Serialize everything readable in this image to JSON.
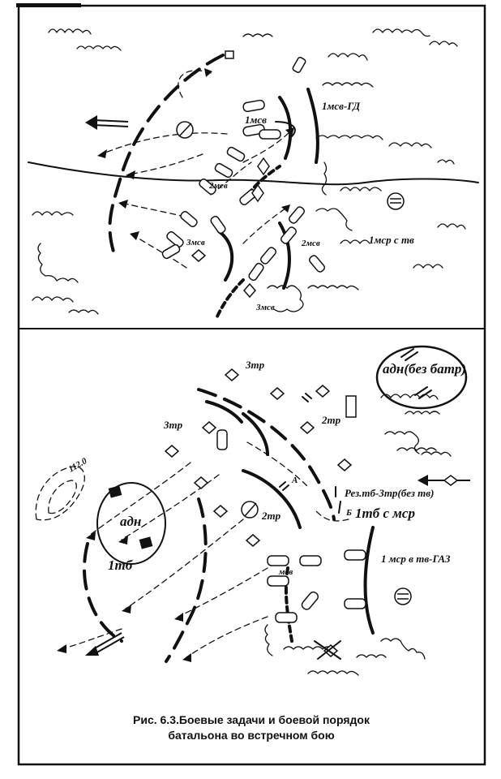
{
  "top_diagram": {
    "labels": {
      "unit_1msb_gd": "1мсв-ГД",
      "unit_1msb": "1мсв",
      "unit_2msb_left": "2мсв",
      "unit_3msb_left": "3мсв",
      "unit_2msb_right": "2мсв",
      "unit_3msb_bottom": "3мсв",
      "unit_1msr_tv": "1мср с тв"
    }
  },
  "bottom_diagram": {
    "labels": {
      "unit_3tr_top": "3тр",
      "unit_3tr_left": "3тр",
      "unit_2tr_right": "2тр",
      "unit_2tr_center": "2тр",
      "adn_bez_batr": "адн(без батр)",
      "adn": "адн",
      "height_mark": "112.0",
      "rez_tb": "Рез.тб-3тр(без тв)",
      "unit_1tb_msr": "1тб с мср",
      "unit_1tb": "1тб",
      "point_a": "А",
      "point_b": "Б",
      "unit_msb": "мсв",
      "unit_1msr_gaz": "1 мср в тв-ГАЗ"
    }
  },
  "caption": {
    "line1": "Рис. 6.3.Боевые задачи и боевой порядок",
    "line2": "батальона во встречном бою"
  }
}
